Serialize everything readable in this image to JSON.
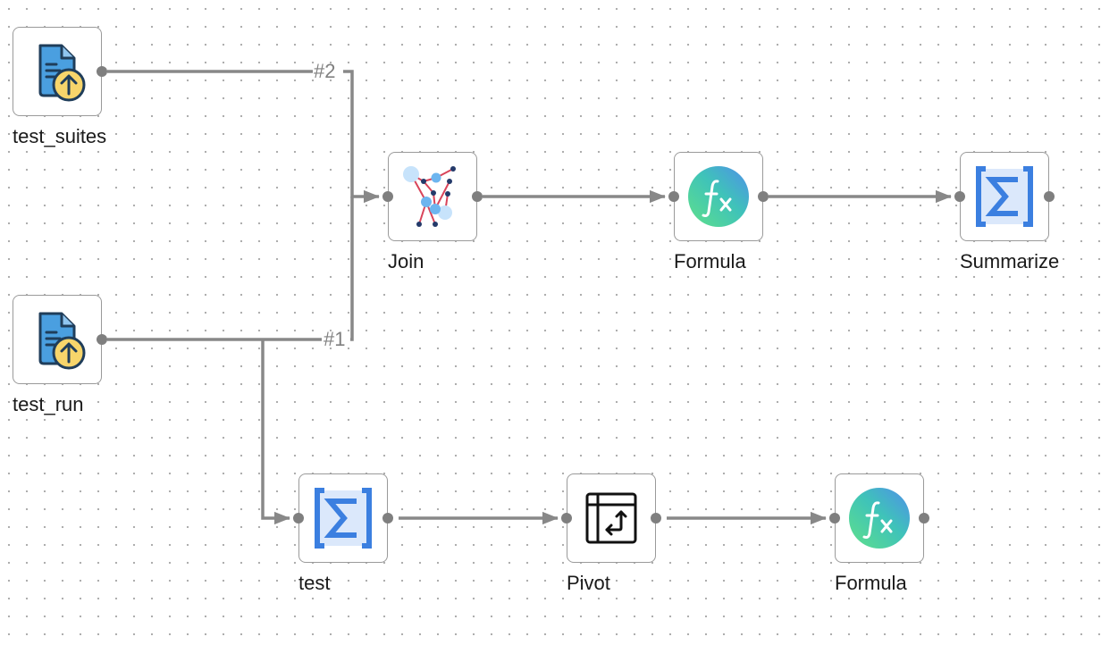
{
  "workflow": {
    "nodes": [
      {
        "id": "test_suites",
        "label": "test_suites",
        "icon": "input-file-upload-icon"
      },
      {
        "id": "test_run",
        "label": "test_run",
        "icon": "input-file-upload-icon"
      },
      {
        "id": "join",
        "label": "Join",
        "icon": "join-network-icon"
      },
      {
        "id": "formula_top",
        "label": "Formula",
        "icon": "formula-fx-icon"
      },
      {
        "id": "summarize",
        "label": "Summarize",
        "icon": "summarize-sigma-icon"
      },
      {
        "id": "test",
        "label": "test",
        "icon": "summarize-sigma-icon"
      },
      {
        "id": "pivot",
        "label": "Pivot",
        "icon": "pivot-table-icon"
      },
      {
        "id": "formula_bottom",
        "label": "Formula",
        "icon": "formula-fx-icon"
      }
    ],
    "edge_labels": {
      "input2": "#2",
      "input1": "#1"
    }
  },
  "colors": {
    "edge": "#888888",
    "port": "#7f7f7f",
    "node_border": "#9a9a9a",
    "file_blue": "#4a9fe0",
    "upload_yellow": "#f7d56b",
    "sigma_blue": "#3b7fe0",
    "sigma_bg": "#dbe8fb"
  }
}
